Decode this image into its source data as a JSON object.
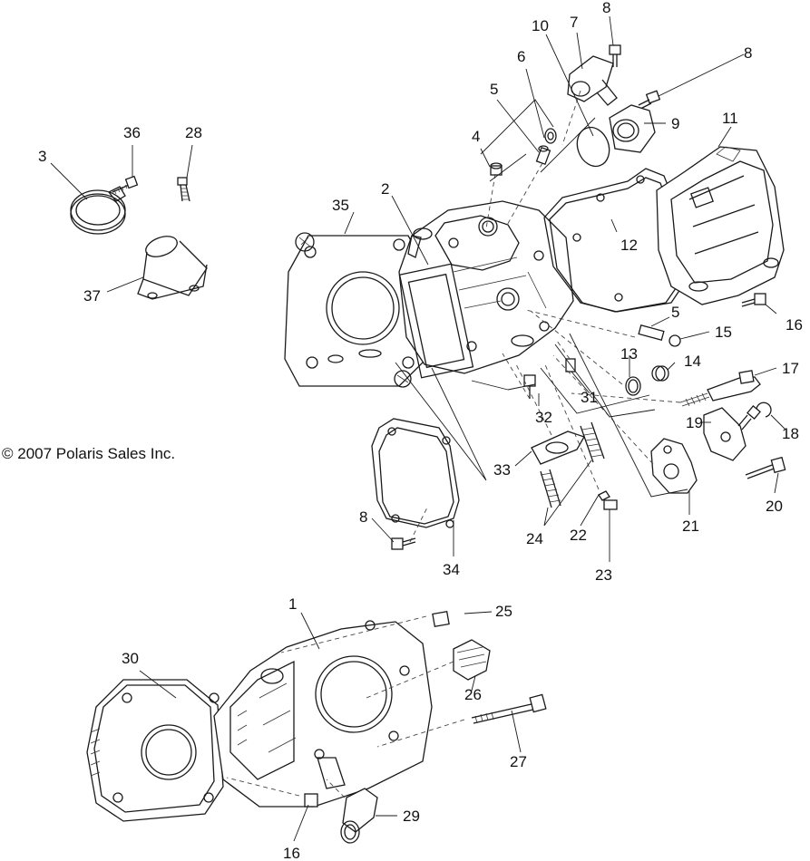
{
  "copyright": "© 2007 Polaris Sales Inc.",
  "callouts": {
    "c1": "1",
    "c2": "2",
    "c3": "3",
    "c4": "4",
    "c5a": "5",
    "c5b": "5",
    "c6": "6",
    "c7": "7",
    "c8a": "8",
    "c8b": "8",
    "c8c": "8",
    "c9": "9",
    "c10": "10",
    "c11": "11",
    "c12": "12",
    "c13": "13",
    "c14": "14",
    "c15": "15",
    "c16a": "16",
    "c16b": "16",
    "c17": "17",
    "c18": "18",
    "c19": "19",
    "c20": "20",
    "c21": "21",
    "c22": "22",
    "c23": "23",
    "c24": "24",
    "c25": "25",
    "c26": "26",
    "c27": "27",
    "c28": "28",
    "c29": "29",
    "c30": "30",
    "c31": "31",
    "c32": "32",
    "c33": "33",
    "c34": "34",
    "c35": "35",
    "c36": "36",
    "c37": "37"
  }
}
